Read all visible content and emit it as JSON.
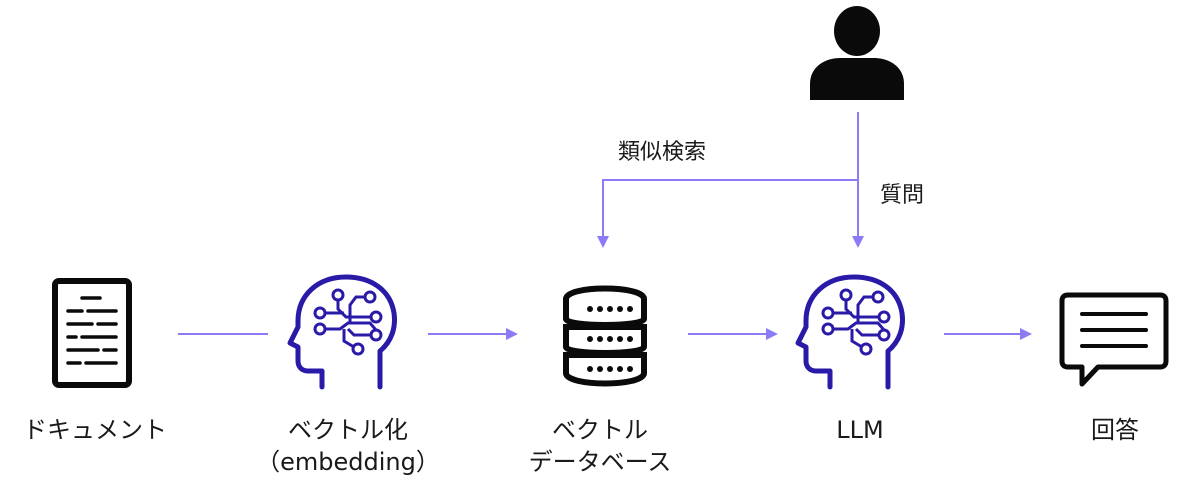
{
  "nodes": {
    "document": {
      "label": "ドキュメント",
      "icon": "document-icon"
    },
    "vectorize": {
      "label_line1": "ベクトル化",
      "label_line2": "（embedding）",
      "icon": "ai-head-icon"
    },
    "vector_db": {
      "label_line1": "ベクトル",
      "label_line2": "データベース",
      "icon": "database-icon"
    },
    "llm": {
      "label": "LLM",
      "icon": "ai-head-icon"
    },
    "answer": {
      "label": "回答",
      "icon": "chat-bubble-icon"
    },
    "user": {
      "icon": "user-icon"
    }
  },
  "edges": {
    "similarity_search": "類似検索",
    "question": "質問"
  },
  "colors": {
    "arrow": "#8b7cf6",
    "ai_head": "#2a1aa8",
    "icon_dark": "#0a0a0a"
  }
}
